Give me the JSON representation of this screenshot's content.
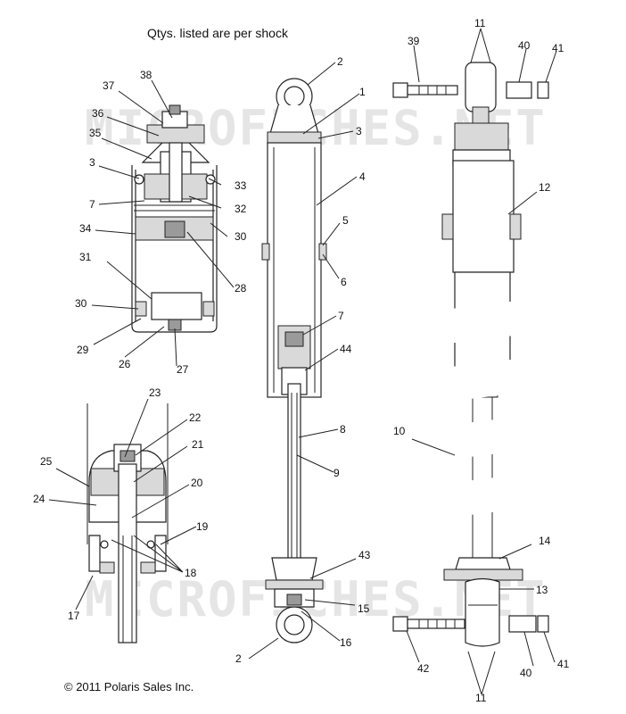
{
  "title": "Qtys. listed are per shock",
  "copyright": "© 2011 Polaris Sales Inc.",
  "watermark": "MICROFICHES.NET",
  "callouts": {
    "c1": "1",
    "c2a": "2",
    "c2b": "2",
    "c3a": "3",
    "c3b": "3",
    "c4": "4",
    "c5": "5",
    "c6": "6",
    "c7a": "7",
    "c7b": "7",
    "c8": "8",
    "c9": "9",
    "c10": "10",
    "c11a": "11",
    "c11b": "11",
    "c12": "12",
    "c13": "13",
    "c14": "14",
    "c15": "15",
    "c16": "16",
    "c17": "17",
    "c18": "18",
    "c19": "19",
    "c20": "20",
    "c21": "21",
    "c22": "22",
    "c23": "23",
    "c24": "24",
    "c25": "25",
    "c26": "26",
    "c27": "27",
    "c28": "28",
    "c29": "29",
    "c30a": "30",
    "c30b": "30",
    "c31": "31",
    "c32": "32",
    "c33": "33",
    "c34": "34",
    "c35": "35",
    "c36": "36",
    "c37": "37",
    "c38": "38",
    "c39": "39",
    "c40a": "40",
    "c40b": "40",
    "c41a": "41",
    "c41b": "41",
    "c42": "42",
    "c43": "43",
    "c44": "44"
  }
}
